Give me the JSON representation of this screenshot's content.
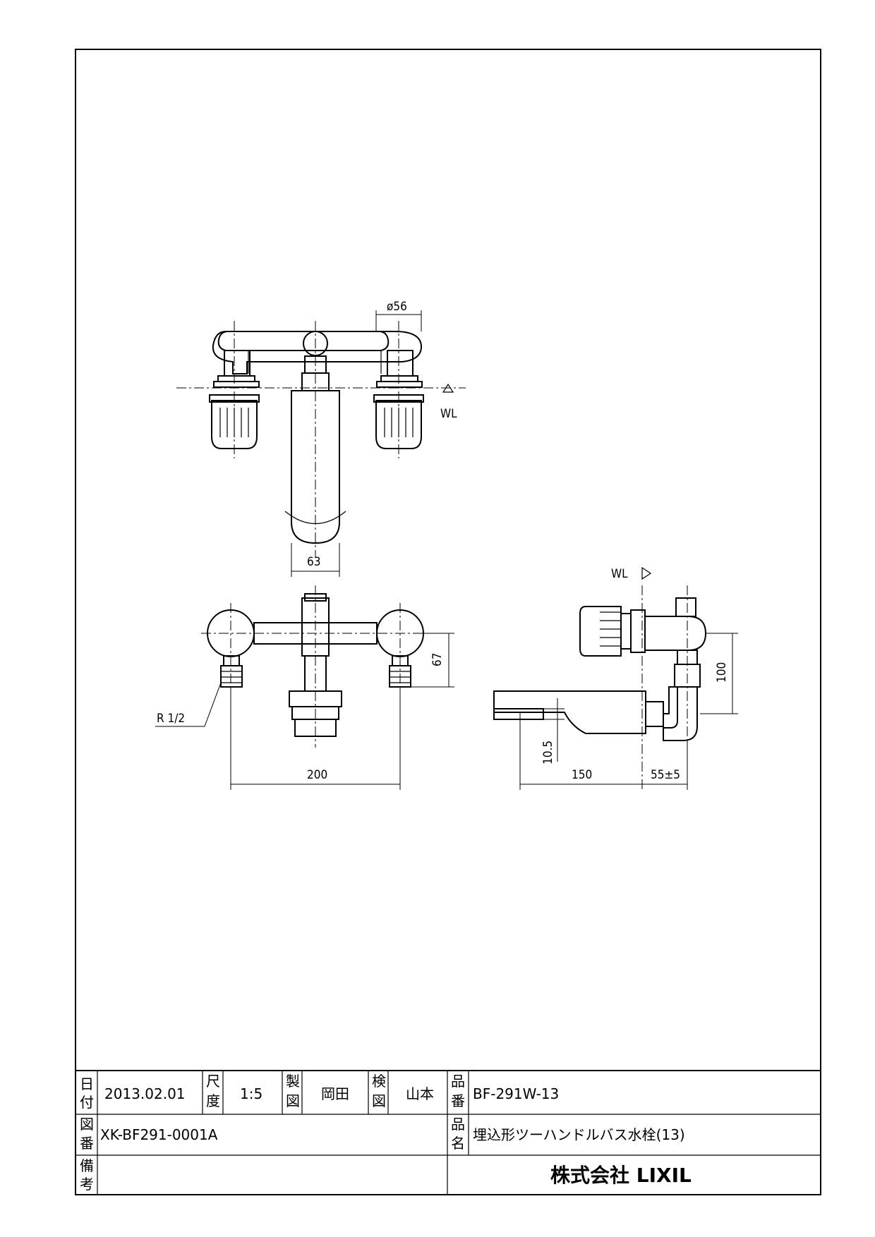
{
  "drawing": {
    "dimensions": {
      "top_diameter": "ø56",
      "water_level": "WL",
      "spout_width": "63",
      "body_height": "67",
      "thread": "R 1/2",
      "pitch": "200",
      "side_height": "100",
      "spout_offset": "10.5",
      "spout_length": "150",
      "wall_depth": "55±5"
    }
  },
  "title_block": {
    "date_label": "日付",
    "date": "2013.02.01",
    "scale_label": "尺度",
    "scale": "1:5",
    "drawn_label": "製図",
    "drawn_by": "岡田",
    "checked_label": "検図",
    "checked_by": "山本",
    "part_no_label": "品番",
    "part_no": "BF-291W-13",
    "drawing_no_label": "図番",
    "drawing_no": "XK-BF291-0001A",
    "part_name_label": "品名",
    "part_name": "埋込形ツーハンドルバス水栓(13)",
    "remarks_label": "備考",
    "company": "株式会社 LIXIL"
  }
}
